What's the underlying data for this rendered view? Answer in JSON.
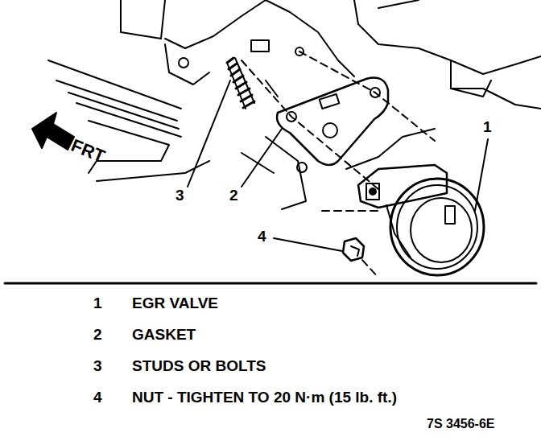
{
  "diagram": {
    "labels": [
      "FRT",
      "1",
      "3",
      "2",
      "4",
      "1",
      "EGR VALVE",
      "2",
      "GASKET",
      "3",
      "STUDS OR BOLTS",
      "4",
      "NUT - TIGHTEN TO 20 N·m (15 lb. ft.)",
      "7S 3456-6E"
    ]
  }
}
